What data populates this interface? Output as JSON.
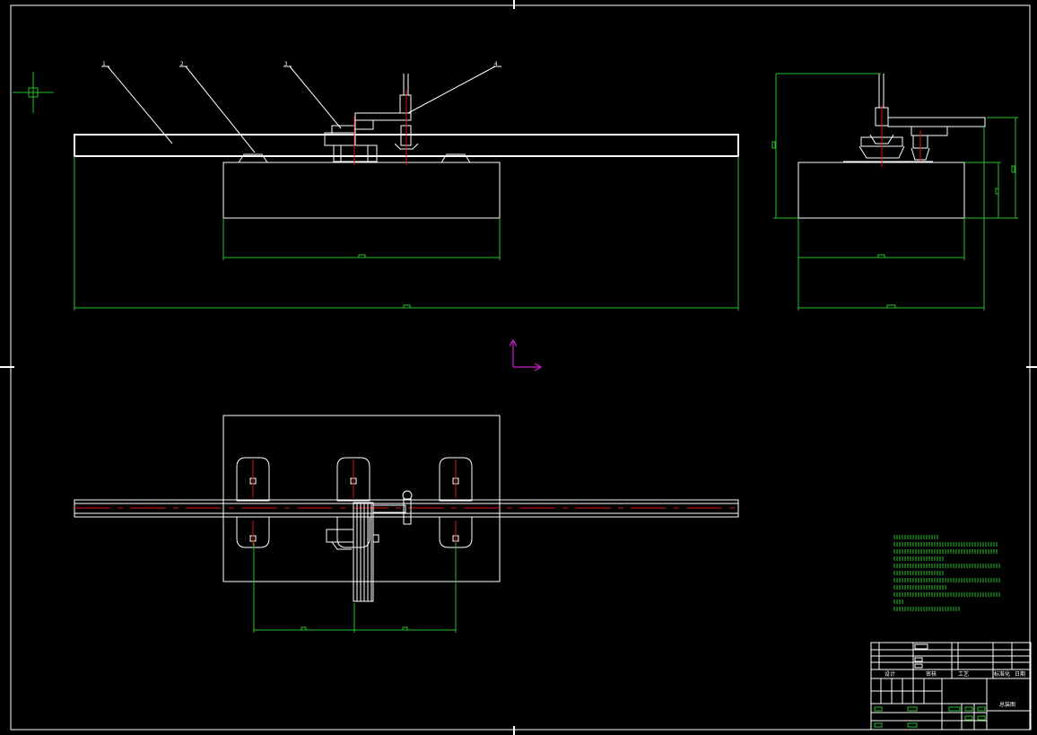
{
  "drawing": {
    "balloon_labels": [
      "1",
      "2",
      "3",
      "4"
    ],
    "colors": {
      "background": "#000000",
      "geometry": "#ffffff",
      "dimension": "#22c02a",
      "centerline": "#e01010",
      "ucs_icon": "#d020d0"
    }
  },
  "title_block": {
    "header_cells": [
      "设计",
      "审核",
      "工艺",
      "标准化",
      "日期"
    ],
    "drawing_name": "总装图"
  }
}
